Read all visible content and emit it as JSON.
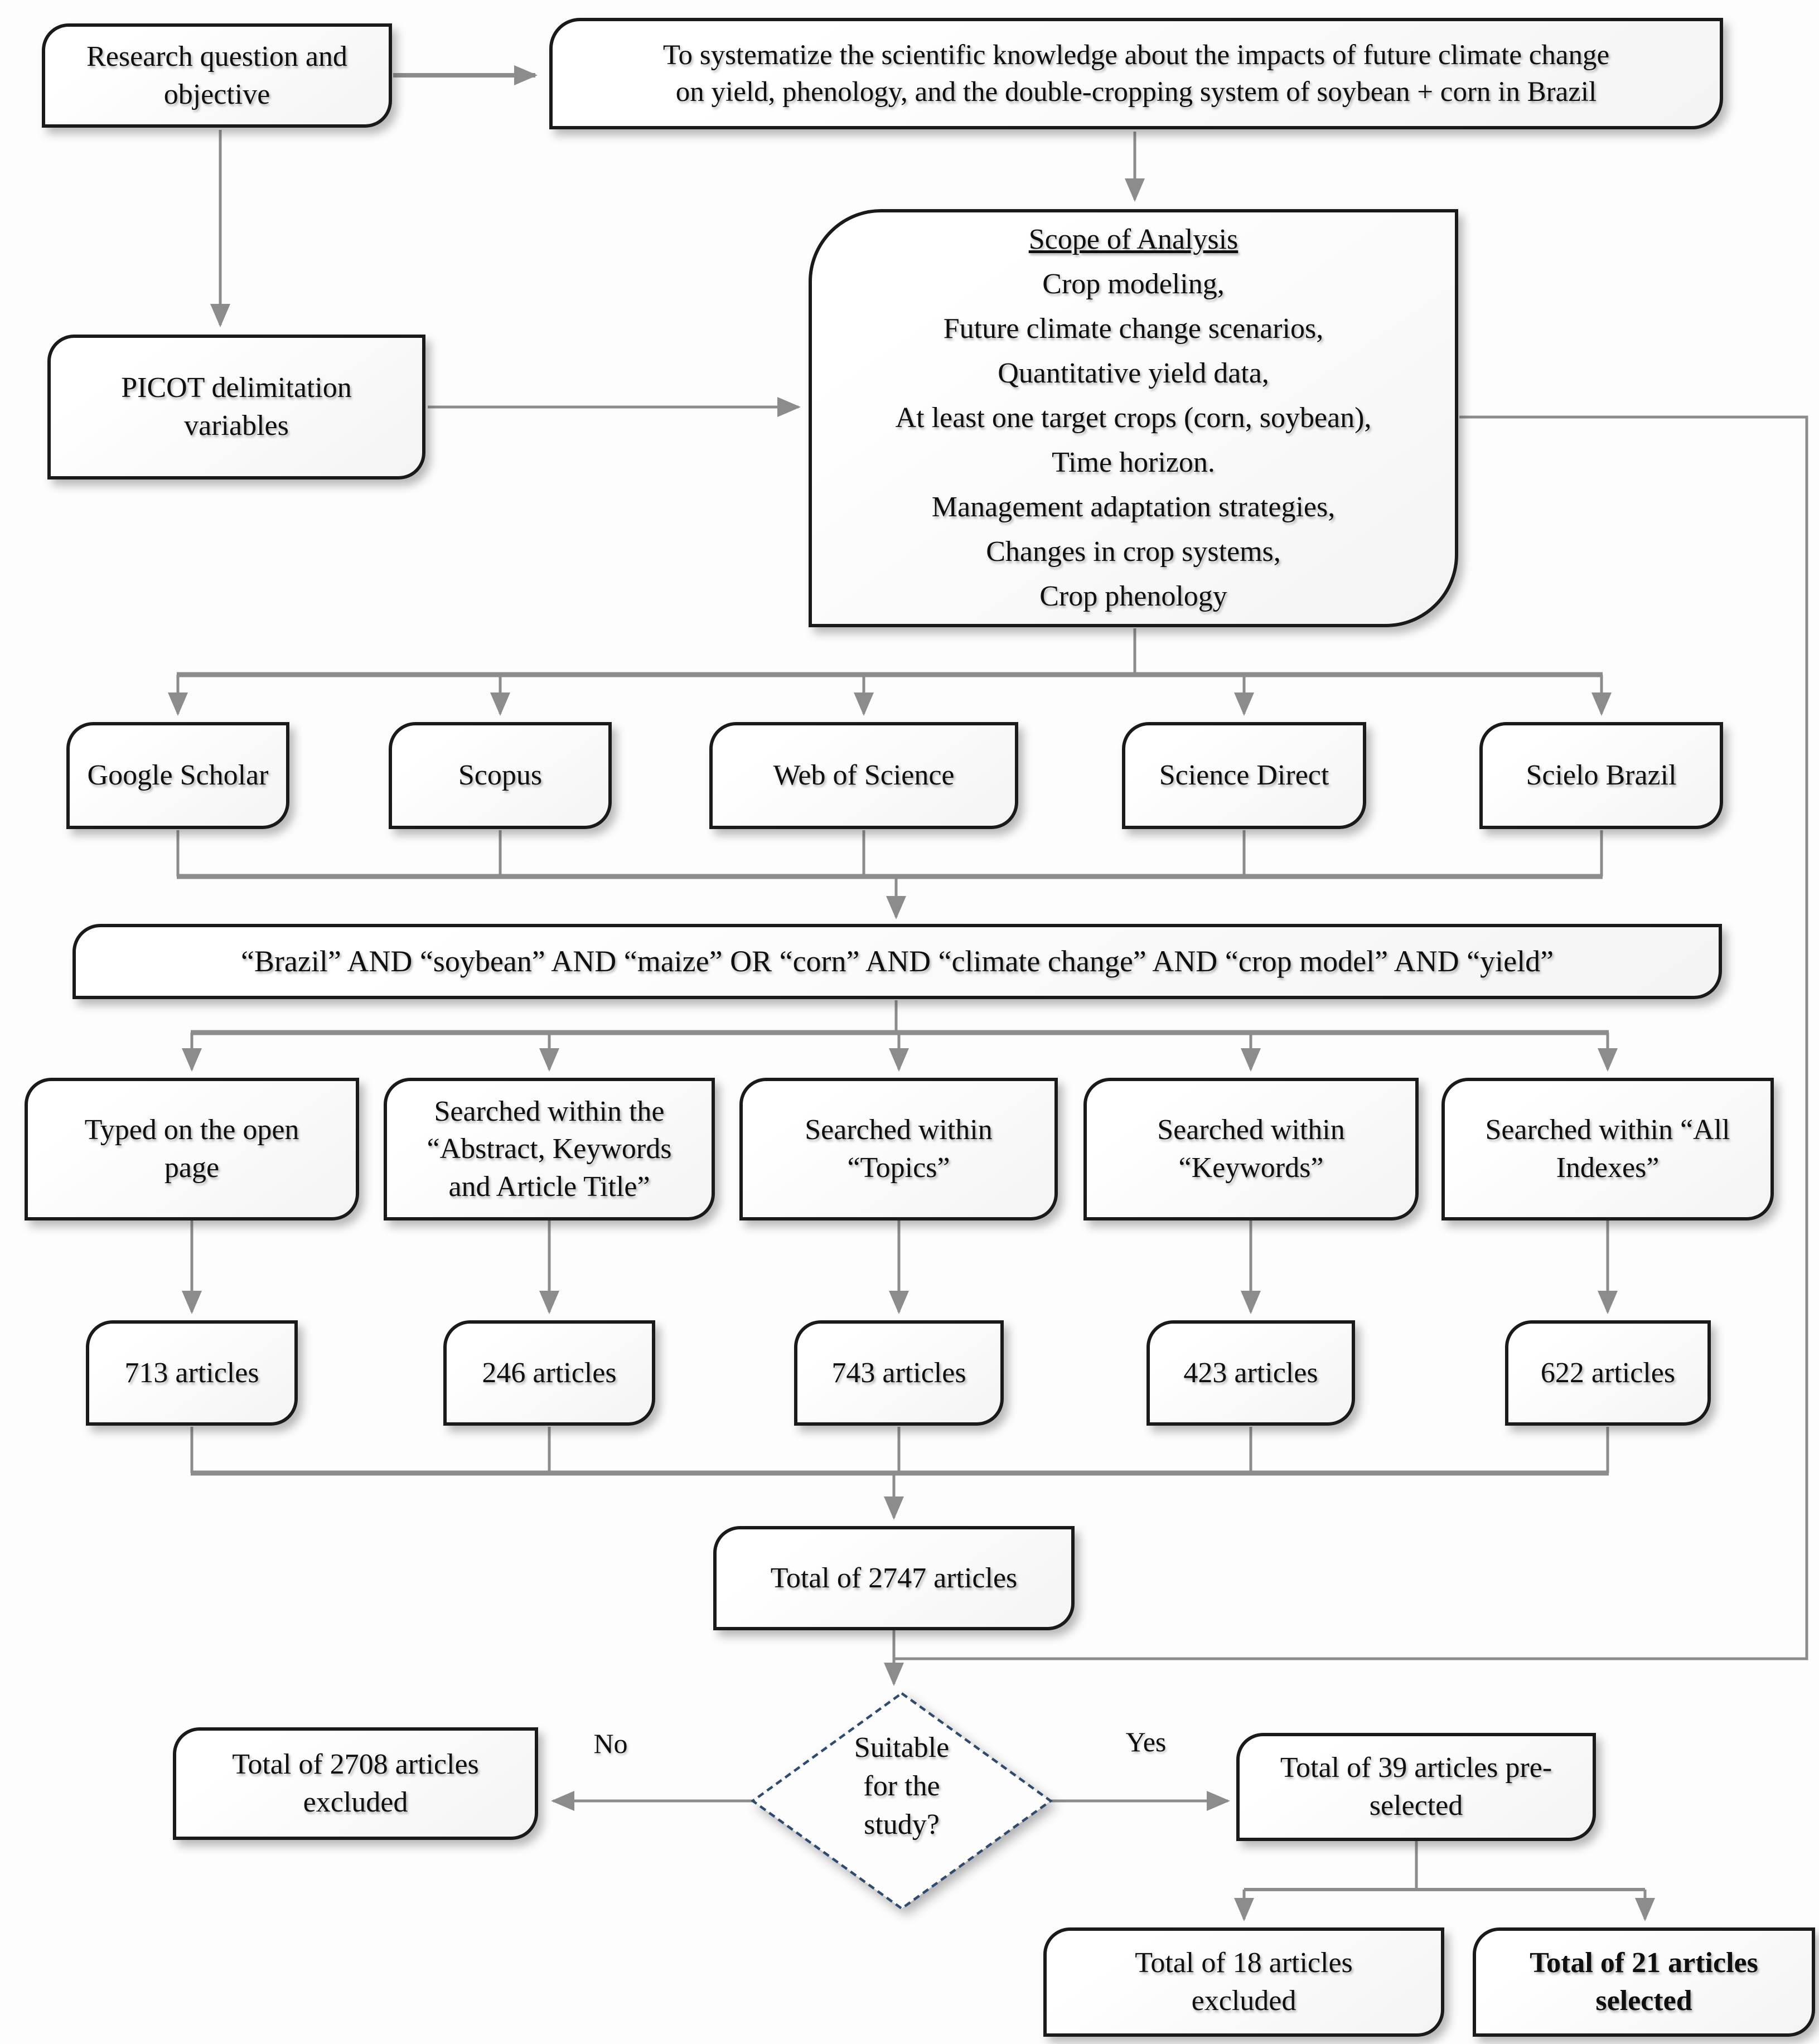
{
  "colors": {
    "background": "#fdfdfd",
    "box_border": "#1a1a1a",
    "box_fill": "#ffffff",
    "connector_gray": "#8c8c8c",
    "diamond_border": "#2e4a6e",
    "text": "#0f0f0f"
  },
  "nodes": {
    "research": {
      "lines": [
        "Research question and",
        "objective"
      ]
    },
    "objective": {
      "lines": [
        "To systematize the scientific knowledge about the impacts of future climate change",
        "on yield, phenology, and the double-cropping system of soybean + corn in Brazil"
      ]
    },
    "scope": {
      "title": "Scope of Analysis",
      "items": [
        "Crop modeling,",
        "Future climate change scenarios,",
        "Quantitative yield data,",
        "At least one target crops (corn, soybean),",
        "Time horizon.",
        "Management adaptation strategies,",
        "Changes in crop systems,",
        "Crop phenology"
      ]
    },
    "picot": {
      "lines": [
        "PICOT delimitation",
        "variables"
      ]
    },
    "databases": [
      "Google Scholar",
      "Scopus",
      "Web of Science",
      "Science Direct",
      "Scielo Brazil"
    ],
    "query": "“Brazil” AND “soybean” AND “maize” OR “corn” AND “climate change” AND “crop model” AND “yield”",
    "methods": [
      [
        "Typed on the open",
        "page"
      ],
      [
        "Searched within the",
        "“Abstract, Keywords",
        "and Article Title”"
      ],
      [
        "Searched within",
        "“Topics”"
      ],
      [
        "Searched within",
        "“Keywords”"
      ],
      [
        "Searched within “All",
        "Indexes”"
      ]
    ],
    "counts": [
      "713 articles",
      "246 articles",
      "743 articles",
      "423 articles",
      "622 articles"
    ],
    "total": "Total of 2747 articles",
    "decision": {
      "lines": [
        "Suitable",
        "for the",
        "study?"
      ]
    },
    "branch_labels": {
      "no": "No",
      "yes": "Yes"
    },
    "excluded_total": {
      "lines": [
        "Total of 2708 articles",
        "excluded"
      ]
    },
    "preselected": {
      "lines": [
        "Total of 39 articles  pre-",
        "selected"
      ]
    },
    "excluded_final": {
      "lines": [
        "Total of 18 articles",
        "excluded"
      ]
    },
    "selected_final": {
      "lines": [
        "Total of 21 articles",
        "selected"
      ]
    }
  }
}
